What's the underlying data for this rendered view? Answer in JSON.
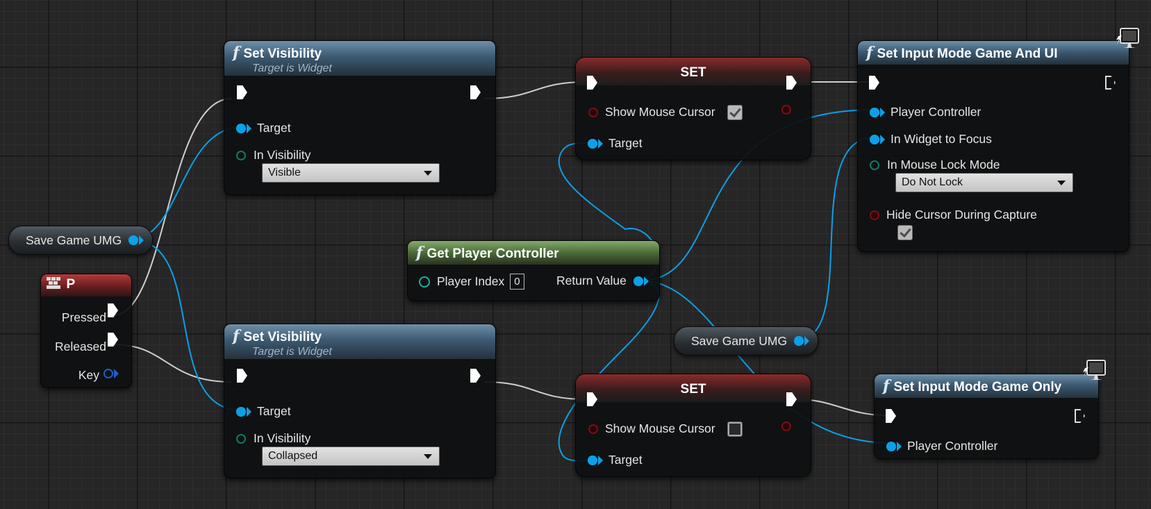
{
  "colors": {
    "exec": "#ffffff",
    "object_pin": "#0aa1e8",
    "bool_pin": "#7a0f16",
    "enum_pin": "#0f7a66",
    "func_header": "#3c5a72",
    "pure_header": "#4a6a38",
    "event_header": "#b33a3a",
    "grid": "#262626"
  },
  "nodes": {
    "set_vis_top": {
      "title": "Set Visibility",
      "subtitle": "Target is Widget",
      "target": "Target",
      "in_vis_label": "In Visibility",
      "in_vis_value": "Visible",
      "icon": "function-icon"
    },
    "set_vis_bottom": {
      "title": "Set Visibility",
      "subtitle": "Target is Widget",
      "target": "Target",
      "in_vis_label": "In Visibility",
      "in_vis_value": "Collapsed",
      "icon": "function-icon"
    },
    "set_top": {
      "title": "SET",
      "show_mouse": "Show Mouse Cursor",
      "show_mouse_checked": true,
      "target": "Target"
    },
    "set_bottom": {
      "title": "SET",
      "show_mouse": "Show Mouse Cursor",
      "show_mouse_checked": false,
      "target": "Target"
    },
    "input_game_ui": {
      "title": "Set Input Mode Game And UI",
      "player_controller": "Player Controller",
      "widget_focus": "In Widget to Focus",
      "lock_label": "In Mouse Lock Mode",
      "lock_value": "Do Not Lock",
      "hide_cursor": "Hide Cursor During Capture",
      "hide_cursor_checked": true,
      "icon": "function-icon"
    },
    "input_game_only": {
      "title": "Set Input Mode Game Only",
      "player_controller": "Player Controller",
      "icon": "function-icon"
    },
    "get_pc": {
      "title": "Get Player Controller",
      "player_index": "Player Index",
      "player_index_value": "0",
      "return_value": "Return Value",
      "icon": "function-icon"
    },
    "key_p": {
      "title": "P",
      "pressed": "Pressed",
      "released": "Released",
      "key": "Key",
      "icon": "keyboard-icon"
    },
    "var_left": {
      "label": "Save Game UMG"
    },
    "var_right": {
      "label": "Save Game UMG"
    }
  }
}
